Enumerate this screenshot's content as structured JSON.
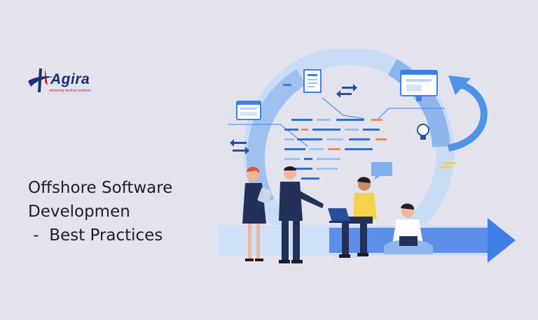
{
  "brand": {
    "name": "Agira",
    "tagline": "delivering sterling solutions",
    "colors": {
      "navy": "#1c2f6e",
      "red": "#c2282d"
    }
  },
  "headline": {
    "lines": [
      "Offshore Software",
      "Developmen",
      " -  Best Practices"
    ]
  },
  "illustration": {
    "icons": [
      "browser-window-icon",
      "document-icon",
      "swap-arrows-icon",
      "lightbulb-icon",
      "chat-bubble-icon",
      "laptop-icon",
      "cycle-arrow-icon",
      "forward-arrow-icon"
    ],
    "colors": {
      "ring": "#8fb6ec",
      "accent": "#3f8ee6",
      "code_blue": "#2f6fd6",
      "code_orange": "#f08a5d",
      "figure_navy": "#22305a",
      "figure_yellow": "#f6d24a"
    }
  }
}
